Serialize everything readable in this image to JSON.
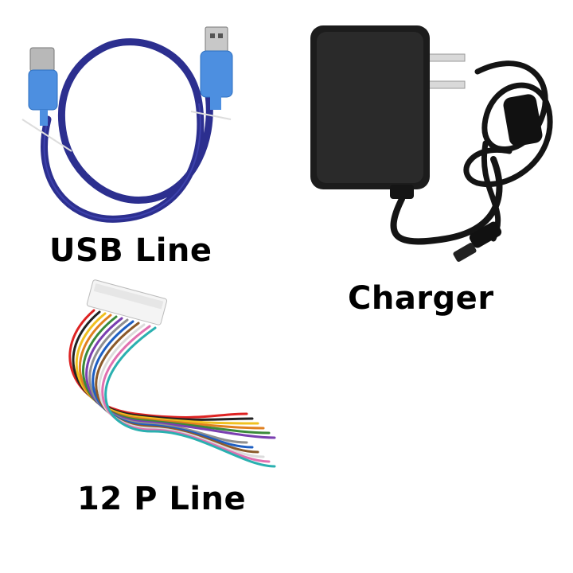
{
  "products": {
    "usb": {
      "label": "USB Line"
    },
    "charger": {
      "label": "Charger"
    },
    "wire": {
      "label": "12 P Line"
    }
  },
  "colors": {
    "usb_cable": "#2c2f8f",
    "usb_plug": "#4d8fe0",
    "charger_body": "#1a1a1a",
    "wire_colors": [
      "#d22",
      "#222",
      "#f0c020",
      "#e08020",
      "#3a8a3a",
      "#7a3fb0",
      "#909090",
      "#1e5fc2",
      "#8b5a2b",
      "#ffffff",
      "#e070b0",
      "#2ab0b0"
    ]
  }
}
